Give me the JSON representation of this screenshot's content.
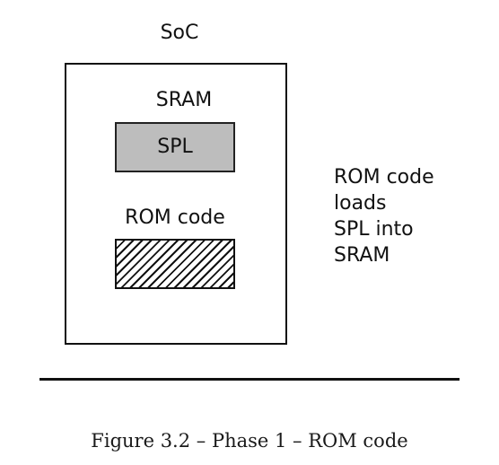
{
  "diagram": {
    "soc_label": "SoC",
    "sram_label": "SRAM",
    "spl_label": "SPL",
    "rom_label": "ROM code",
    "description_lines": [
      "ROM code",
      "loads",
      "SPL into",
      "SRAM"
    ]
  },
  "caption": "Figure 3.2 – Phase 1 – ROM code",
  "colors": {
    "spl_fill": "#bdbdbd",
    "stroke": "#111111"
  }
}
